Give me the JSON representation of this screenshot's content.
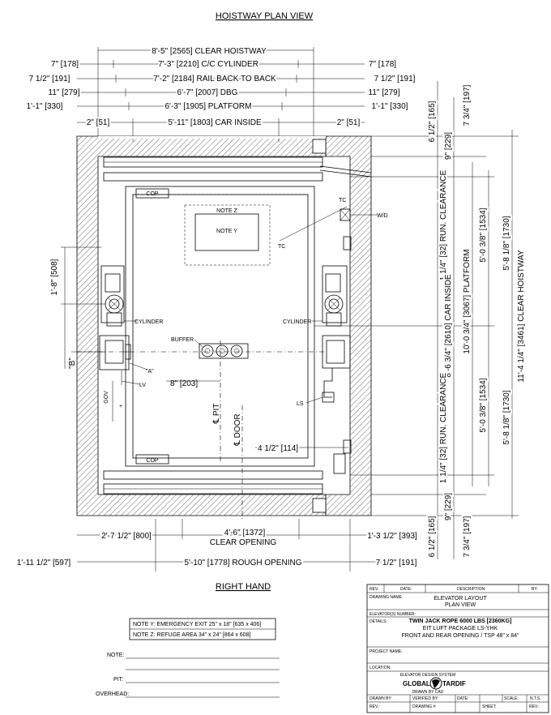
{
  "title": "HOISTWAY PLAN VIEW",
  "subtitle": "RIGHT HAND",
  "dimensions_top": {
    "clear_hoistway": "8'-5\" [2565] CLEAR HOISTWAY",
    "cylinder_left": "7\" [178]",
    "cylinder_center": "7'-3\" [2210] C/C CYLINDER",
    "cylinder_right": "7\" [178]",
    "rail_left": "7 1/2\" [191]",
    "rail_center": "7'-2\" [2184] RAIL BACK TO BACK",
    "rail_right": "7 1/2\" [191]",
    "dbg_left": "11\" [279]",
    "dbg_center": "6'-7\" [2007] DBG",
    "dbg_right": "11\" [279]",
    "platform_left": "1'-1\" [330]",
    "platform_center": "6'-3\" [1905] PLATFORM",
    "platform_right": "1'-1\" [330]",
    "car_left": "2\" [51]",
    "car_center": "5'-11\" [1803] CAR INSIDE",
    "car_right": "2\" [51]"
  },
  "dimensions_right": {
    "top_a": "6 1/2\" [165]",
    "top_b": "7 3/4\" [197]",
    "top_c": "9\" [229]",
    "run_top": "1 1/4\" [32] RUN. CLEARANCE",
    "car_inside": "8'-6 3/4\" [2610] CAR INSIDE",
    "platform": "10'-0 3/4\" [3067] PLATFORM",
    "half_top_a": "5'-0 3/8\" [1534]",
    "half_top_b": "5'-8 1/8\" [1730]",
    "clear_hoistway": "11'-4 1/4\" [3461] CLEAR HOISTWAY",
    "half_bot_a": "5'-0 3/8\" [1534]",
    "half_bot_b": "5'-8 1/8\" [1730]",
    "run_bot": "1 1/4\" [32] RUN. CLEARANCE",
    "bot_c": "9\" [229]",
    "bot_a": "6 1/2\" [165]",
    "bot_b": "7 3/4\" [197]"
  },
  "dimensions_left": {
    "cyl_offset": "1'-8\" [508]",
    "b_label": "\"B\""
  },
  "dimensions_bottom": {
    "left_offset": "2'-7 1/2\" [800]",
    "clear_opening": "4'-6\" [1372]",
    "clear_opening_label": "CLEAR OPENING",
    "right_offset": "1'-3 1/2\" [393]",
    "rough_left": "1'-11 1/2\" [597]",
    "rough_opening": "5'-10\" [1778] ROUGH OPENING",
    "rough_right": "7 1/2\" [191]"
  },
  "labels": {
    "cop_top": "COP",
    "cop_bottom": "COP",
    "note_z": "NOTE Z",
    "note_y": "NOTE Y",
    "tc_top": "TC",
    "tc_bottom": "TC",
    "wd": "W/D",
    "cylinder_left": "CYLINDER",
    "cylinder_right": "CYLINDER",
    "buffer": "BUFFER",
    "a_label": "\"A\"",
    "lv": "LV",
    "gov": "GOV",
    "plus": "+",
    "offset_8": "8\" [203]",
    "cl_pit": "℄ PIT",
    "cl_door": "℄ DOOR",
    "offset_4": "4 1/2\" [114]",
    "ls": "LS"
  },
  "notes": {
    "note_y": "NOTE Y: EMERGENCY EXIT 25\" x 18\" [635 x 406]",
    "note_z": "NOTE Z: REFUGE AREA 34\" x 24\" [864 x 608]",
    "note_field": "NOTE:",
    "pit_field": "PIT:",
    "overhead_field": "OVERHEAD:"
  },
  "title_block": {
    "rev": "REV.",
    "date": "DATE:",
    "description": "DESCRIPTION:",
    "by": "BY:",
    "drawing_name_label": "DRAWING NAME:",
    "drawing_name_1": "ELEVATOR LAYOUT",
    "drawing_name_2": "PLAN VIEW",
    "elevator_number": "ELEVATOR(S) NUMBER:",
    "details_label": "DETAILS:",
    "details_1": "TWIN JACK ROPE 6000 LBS [2360KG]",
    "details_2": "EIT LUFT PACKAGE LS-YHK",
    "details_3": "FRONT AND REAR OPENING / TSP 48\" x 84\"",
    "project_name": "PROJECT NAME:",
    "location": "LOCATION:",
    "company_top": "ELEVATOR DESIGN SYSTEM",
    "company_left": "GLOBAL",
    "company_right": "TARDIF",
    "company_bottom": "DRAWN BY CAD",
    "drawn_by": "DRAWN BY:",
    "verified_by": "VERIFIED BY:",
    "tb_date": "DATE:",
    "scale": "SCALE:",
    "scale_value": "N.T.S.",
    "rev2": "REV.:",
    "drawing_no": "DRAWING #:",
    "sheet": "SHEET:",
    "rev3": "REV.:"
  }
}
